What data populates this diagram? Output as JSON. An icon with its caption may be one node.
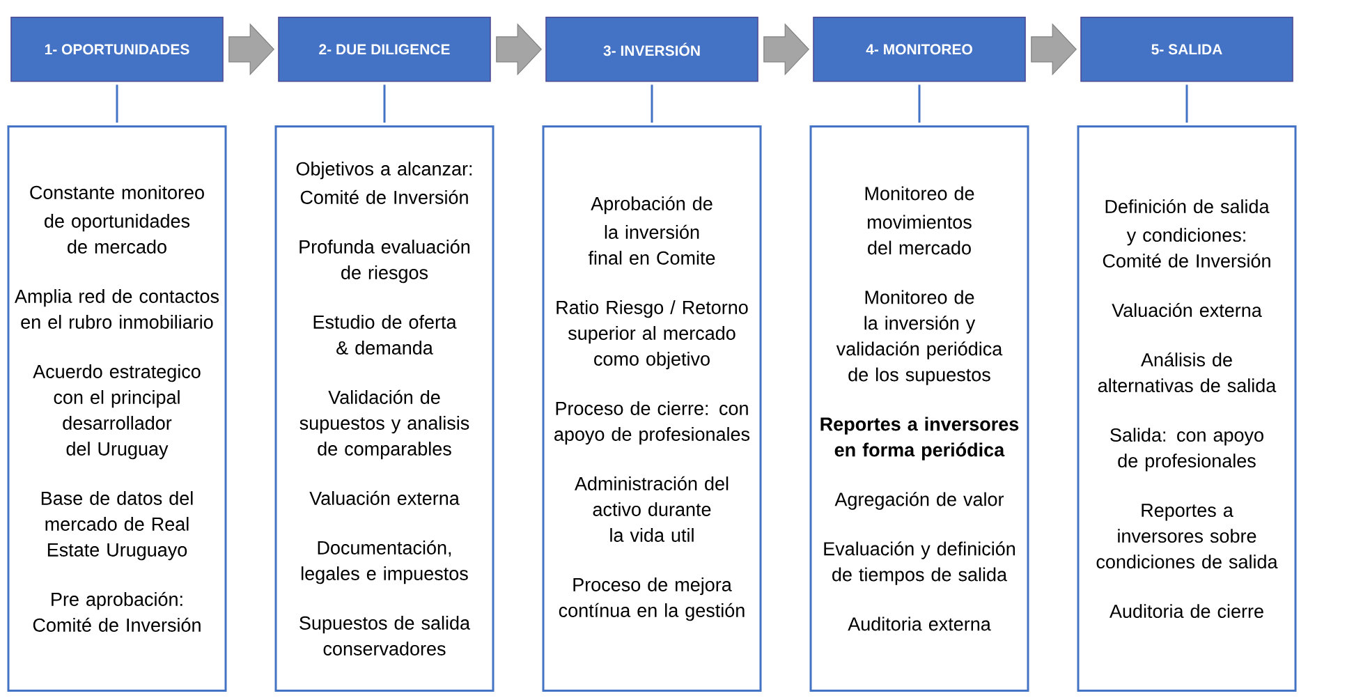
{
  "diagram": {
    "nodes": [
      {
        "text": [
          "1- OPORTUNIDADES"
        ]
      },
      {
        "text": [
          "2- DUE DILIGENCE"
        ]
      },
      {
        "text": [
          "3- INVERSIÓN"
        ]
      },
      {
        "text": [
          "4- MONITOREO"
        ]
      },
      {
        "text": [
          "5- SALIDA"
        ]
      },
      {
        "text": [
          "Constante monitoreo de oportunidades de mercado",
          "Amplia red de contactos en el rubro inmobiliario",
          "Acuerdo estrategico con el principal desarrollador del Uruguay",
          "Base de datos del mercado de Real Estate Uruguayo",
          "Pre aprobación: Comité de Inversión"
        ]
      },
      {
        "text": [
          "Objetivos a alcanzar: Comité de Inversión",
          "Profunda evaluación de riesgos",
          "Estudio de oferta & demanda",
          "Validación de supuestos y analisis de comparables",
          "Valuación externa",
          "Documentación, legales e impuestos",
          "Supuestos de salida conservadores"
        ]
      },
      {
        "text": [
          "Aprobación de la inversión final en Comite",
          "Ratio Riesgo / Retorno superior al mercado como objetivo",
          "Proceso de cierre: con apoyo de profesionales",
          "Administración del activo durante la vida util",
          "Proceso de mejora contínua en la gestión"
        ]
      },
      {
        "text": [
          "Monitoreo de movimientos del mercado",
          "Monitoreo de la inversión y validación periódica de los supuestos",
          "**Reportes a inversores en forma periódica**",
          "Agregación de valor",
          "Evaluación y definición de tiempos de salida",
          "Auditoria externa"
        ]
      },
      {
        "text": [
          "Definición de salida y condiciones: Comité de Inversión",
          "Valuación externa",
          "Análisis de alternativas de salida",
          "Salida: con apoyo de profesionales",
          "Reportes a inversores sobre condiciones de salida",
          "Auditoria de cierre"
        ]
      }
    ],
    "edges": [
      {
        "from": 0,
        "to": 1,
        "arrow": "to",
        "color": "#a5a5a5"
      },
      {
        "from": 1,
        "to": 2,
        "arrow": "to",
        "color": "#a5a5a5"
      },
      {
        "from": 2,
        "to": 3,
        "arrow": "to",
        "color": "#a5a5a5"
      },
      {
        "from": 3,
        "to": 4,
        "arrow": "to",
        "color": "#a5a5a5"
      },
      {
        "from": 0,
        "to": 5,
        "arrow": "none"
      },
      {
        "from": 1,
        "to": 6,
        "arrow": "none"
      },
      {
        "from": 2,
        "to": 7,
        "arrow": "none"
      },
      {
        "from": 3,
        "to": 8,
        "arrow": "none"
      },
      {
        "from": 4,
        "to": 9,
        "arrow": "none"
      }
    ]
  }
}
